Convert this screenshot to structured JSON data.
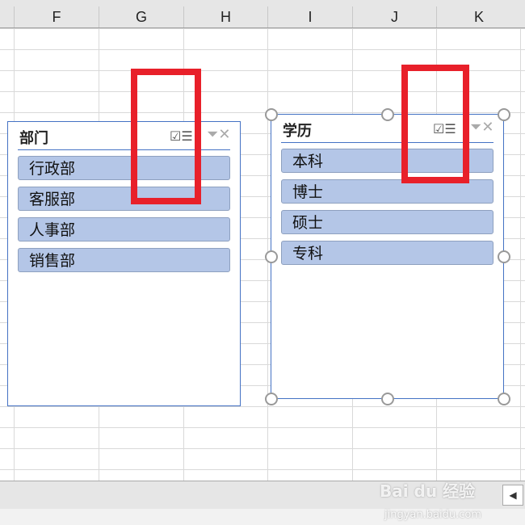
{
  "columns": [
    "F",
    "G",
    "H",
    "I",
    "J",
    "K"
  ],
  "slicers": [
    {
      "title": "部门",
      "items": [
        "行政部",
        "客服部",
        "人事部",
        "销售部"
      ]
    },
    {
      "title": "学历",
      "items": [
        "本科",
        "博士",
        "硕士",
        "专科"
      ]
    }
  ],
  "icons": {
    "multiselect": "multi-select-icon",
    "clear_filter": "clear-filter-icon"
  },
  "annotation_color": "#e8202a",
  "watermark": {
    "logo": "Bai du 经验",
    "url": "jingyan.baidu.com"
  }
}
